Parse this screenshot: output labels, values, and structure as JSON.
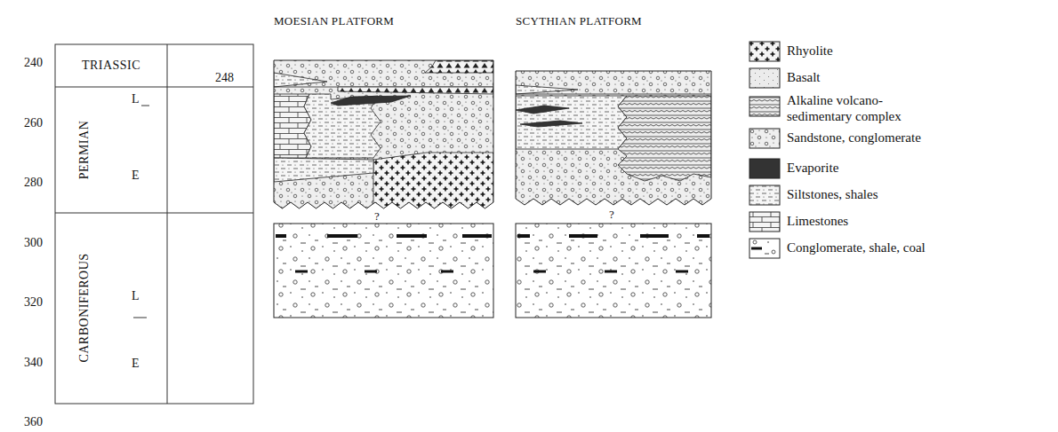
{
  "diagram": {
    "nodes": [
      {
        "text": [
          "TRIASSIC"
        ]
      },
      {
        "text": [
          "PERMIAN",
          "L",
          "E"
        ]
      },
      {
        "text": [
          "CARBONIFEROUS",
          "L",
          "E"
        ]
      }
    ],
    "labels": [
      "240",
      "260",
      "280",
      "300",
      "320",
      "340",
      "360",
      "248",
      "MOESIAN PLATFORM",
      "SCYTHIAN PLATFORM",
      "?",
      "?"
    ],
    "legend": [
      {
        "text": "Rhyolite"
      },
      {
        "text": "Basalt"
      },
      {
        "text": "Alkaline volcano-sedimentary complex"
      },
      {
        "text": "Sandstone, conglomerate"
      },
      {
        "text": "Evaporite"
      },
      {
        "text": "Siltstones, shales"
      },
      {
        "text": "Limestones"
      },
      {
        "text": "Conglomerate, shale, coal"
      }
    ]
  }
}
